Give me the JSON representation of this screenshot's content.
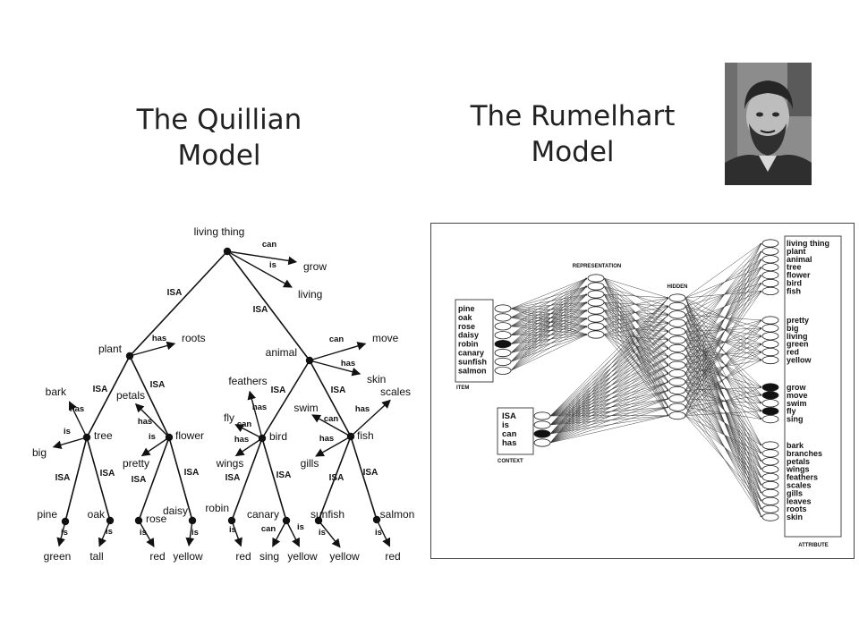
{
  "titles": {
    "quillian": "The Quillian\nModel",
    "rumelhart": "The Rumelhart\nModel"
  },
  "quillian": {
    "nodes": [
      {
        "id": "living_thing",
        "label": "living thing"
      },
      {
        "id": "plant",
        "label": "plant"
      },
      {
        "id": "animal",
        "label": "animal"
      },
      {
        "id": "tree",
        "label": "tree"
      },
      {
        "id": "flower",
        "label": "flower"
      },
      {
        "id": "bird",
        "label": "bird"
      },
      {
        "id": "fish",
        "label": "fish"
      },
      {
        "id": "pine",
        "label": "pine"
      },
      {
        "id": "oak",
        "label": "oak"
      },
      {
        "id": "rose",
        "label": "rose"
      },
      {
        "id": "daisy",
        "label": "daisy"
      },
      {
        "id": "robin",
        "label": "robin"
      },
      {
        "id": "canary",
        "label": "canary"
      },
      {
        "id": "sunfish",
        "label": "sunfish"
      },
      {
        "id": "salmon",
        "label": "salmon"
      }
    ],
    "isa_edges": [
      {
        "from": "living_thing",
        "to": "plant",
        "label": "ISA"
      },
      {
        "from": "living_thing",
        "to": "animal",
        "label": "ISA"
      },
      {
        "from": "plant",
        "to": "tree",
        "label": "ISA"
      },
      {
        "from": "plant",
        "to": "flower",
        "label": "ISA"
      },
      {
        "from": "animal",
        "to": "bird",
        "label": "ISA"
      },
      {
        "from": "animal",
        "to": "fish",
        "label": "ISA"
      },
      {
        "from": "tree",
        "to": "pine",
        "label": "ISA"
      },
      {
        "from": "tree",
        "to": "oak",
        "label": "ISA"
      },
      {
        "from": "flower",
        "to": "rose",
        "label": "ISA"
      },
      {
        "from": "flower",
        "to": "daisy",
        "label": "ISA"
      },
      {
        "from": "bird",
        "to": "robin",
        "label": "ISA"
      },
      {
        "from": "bird",
        "to": "canary",
        "label": "ISA"
      },
      {
        "from": "fish",
        "to": "sunfish",
        "label": "ISA"
      },
      {
        "from": "fish",
        "to": "salmon",
        "label": "ISA"
      }
    ],
    "properties": [
      {
        "node": "living_thing",
        "relation": "can",
        "value": "grow"
      },
      {
        "node": "living_thing",
        "relation": "is",
        "value": "living"
      },
      {
        "node": "plant",
        "relation": "has",
        "value": "roots"
      },
      {
        "node": "animal",
        "relation": "can",
        "value": "move"
      },
      {
        "node": "animal",
        "relation": "has",
        "value": "skin"
      },
      {
        "node": "tree",
        "relation": "has",
        "value": "bark"
      },
      {
        "node": "tree",
        "relation": "is",
        "value": "big"
      },
      {
        "node": "flower",
        "relation": "has",
        "value": "petals"
      },
      {
        "node": "flower",
        "relation": "is",
        "value": "pretty"
      },
      {
        "node": "bird",
        "relation": "has",
        "value": "feathers"
      },
      {
        "node": "bird",
        "relation": "can",
        "value": "fly"
      },
      {
        "node": "bird",
        "relation": "has",
        "value": "wings"
      },
      {
        "node": "fish",
        "relation": "can",
        "value": "swim"
      },
      {
        "node": "fish",
        "relation": "has",
        "value": "scales"
      },
      {
        "node": "fish",
        "relation": "has",
        "value": "gills"
      },
      {
        "node": "pine",
        "relation": "is",
        "value": "green"
      },
      {
        "node": "oak",
        "relation": "is",
        "value": "tall"
      },
      {
        "node": "rose",
        "relation": "is",
        "value": "red"
      },
      {
        "node": "daisy",
        "relation": "is",
        "value": "yellow"
      },
      {
        "node": "robin",
        "relation": "is",
        "value": "red"
      },
      {
        "node": "canary",
        "relation": "can",
        "value": "sing"
      },
      {
        "node": "canary",
        "relation": "is",
        "value": "yellow"
      },
      {
        "node": "sunfish",
        "relation": "is",
        "value": "yellow"
      },
      {
        "node": "salmon",
        "relation": "is",
        "value": "red"
      }
    ]
  },
  "rumelhart": {
    "representation_label": "REPRESENTATION",
    "hidden_label": "HIDDEN",
    "item_label": "ITEM",
    "context_label": "CONTEXT",
    "attribute_label": "ATTRIBUTE",
    "items": [
      "pine",
      "oak",
      "rose",
      "daisy",
      "robin",
      "canary",
      "sunfish",
      "salmon"
    ],
    "active_item": "robin",
    "contexts": [
      "ISA",
      "is",
      "can",
      "has"
    ],
    "active_context": "can",
    "attribute_groups": [
      [
        "living thing",
        "plant",
        "animal",
        "tree",
        "flower",
        "bird",
        "fish"
      ],
      [
        "pretty",
        "big",
        "living",
        "green",
        "red",
        "yellow"
      ],
      [
        "grow",
        "move",
        "swim",
        "fly",
        "sing"
      ],
      [
        "bark",
        "branches",
        "petals",
        "wings",
        "feathers",
        "scales",
        "gills",
        "leaves",
        "roots",
        "skin"
      ]
    ],
    "active_attributes": [
      "grow",
      "move",
      "fly"
    ],
    "representation_units": 8,
    "hidden_units": 15
  }
}
